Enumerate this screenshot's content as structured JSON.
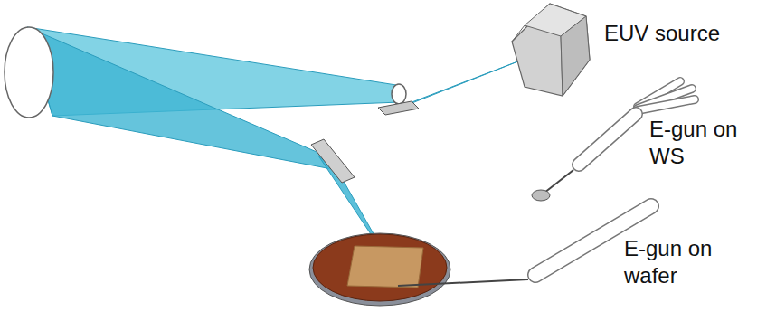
{
  "diagram": {
    "labels": [
      "EUV source",
      "E-gun on WS",
      "E-gun on wafer"
    ]
  }
}
